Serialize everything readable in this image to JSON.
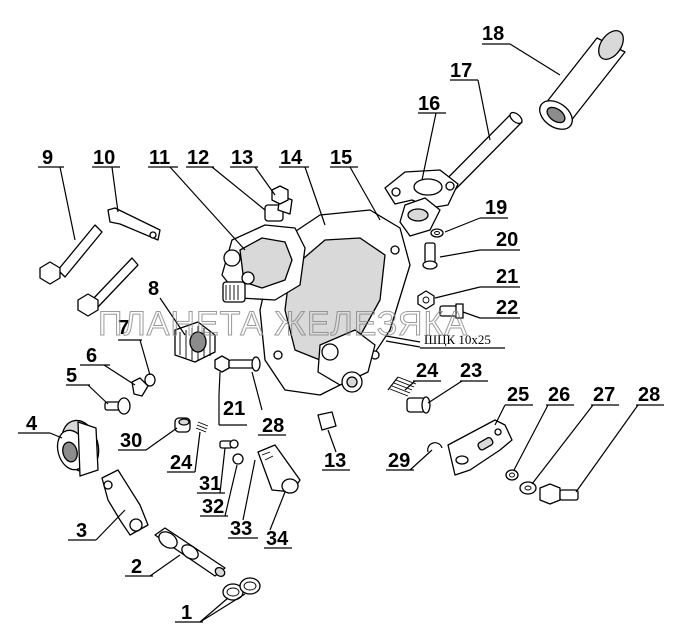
{
  "watermark": "ПЛАНЕТА ЖЕЛЕЗЯКА",
  "note": "ШЦК 10х25",
  "callouts": [
    "1",
    "2",
    "3",
    "4",
    "5",
    "6",
    "7",
    "8",
    "9",
    "10",
    "11",
    "12",
    "13",
    "14",
    "15",
    "16",
    "17",
    "18",
    "19",
    "20",
    "21",
    "22",
    "23",
    "24",
    "25",
    "26",
    "27",
    "28",
    "29",
    "30",
    "31",
    "32",
    "33",
    "34"
  ],
  "repeat_callouts": [
    "21",
    "28",
    "13",
    "24"
  ]
}
